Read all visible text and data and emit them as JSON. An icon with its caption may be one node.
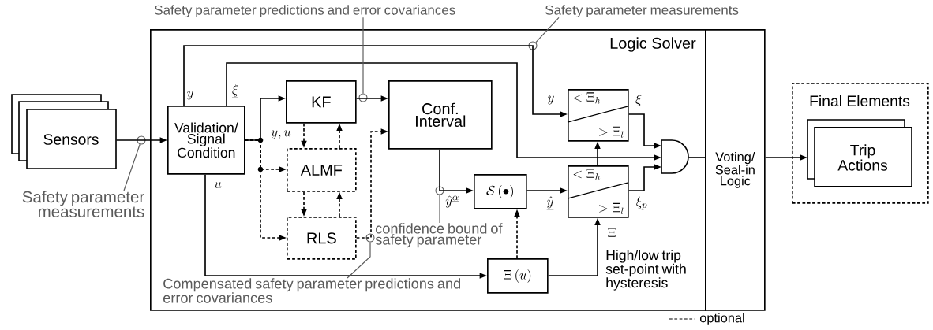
{
  "diagram": {
    "nodes": [
      {
        "text": [
          "Logic Solver"
        ]
      },
      {
        "text": [
          "Sensors"
        ]
      },
      {
        "text": [
          "Validation/ Signal Condition"
        ],
        "in": 0
      },
      {
        "text": [
          "KF"
        ],
        "in": 0
      },
      {
        "text": [
          "ALMF"
        ],
        "in": 0
      },
      {
        "text": [
          "RLS"
        ],
        "in": 0
      },
      {
        "text": [
          "Conf. Interval"
        ],
        "in": 0
      },
      {
        "text": [
          "\\mathcal{S}\\left(\\bullet\\right)"
        ],
        "in": 0
      },
      {
        "text": [
          "\\Xi\\left(u\\right)"
        ],
        "in": 0
      },
      {
        "text": [
          "<\\Xi_h",
          ">\\Xi_l"
        ],
        "in": 0
      },
      {
        "text": [
          "<\\Xi_h",
          ">\\Xi_l"
        ],
        "in": 0
      },
      {
        "text": [],
        "shape": "gate",
        "in": 0
      },
      {
        "text": [
          "Voting/ Seal-in Logic"
        ]
      },
      {
        "text": [
          "Final Elements"
        ]
      },
      {
        "text": [
          "Trip Actions"
        ],
        "in": 13
      },
      {
        "text": [
          "Safety parameter predictions and error covariances"
        ]
      },
      {
        "text": [
          "Safety parameter measurements"
        ]
      },
      {
        "text": [
          "Safety parameter measurements"
        ]
      },
      {
        "text": [
          "confidence bound of safety parameter"
        ],
        "in": 0
      },
      {
        "text": [
          "Compensated safety parameter predictions and error covariances"
        ],
        "in": 0
      },
      {
        "text": [],
        "shape": "circle",
        "in": 0
      },
      {
        "text": [],
        "shape": "circle",
        "in": 0
      },
      {
        "text": [],
        "shape": "circle"
      },
      {
        "text": [],
        "shape": "circle",
        "in": 0
      },
      {
        "text": [],
        "shape": "circle",
        "in": 0
      }
    ],
    "edges": [
      {
        "from": 1,
        "to": 2,
        "arrow": "to"
      },
      {
        "from": 2,
        "to": 3,
        "arrow": "to"
      },
      {
        "from": 2,
        "to": 4,
        "arrow": "to",
        "style": "dashed"
      },
      {
        "from": 2,
        "to": 5,
        "arrow": "to",
        "style": "dashed"
      },
      {
        "from": 3,
        "to": 4,
        "arrow": "to",
        "style": "dashed"
      },
      {
        "from": 4,
        "to": 3,
        "arrow": "to",
        "style": "dashed"
      },
      {
        "from": 4,
        "to": 5,
        "arrow": "to",
        "style": "dashed"
      },
      {
        "from": 5,
        "to": 4,
        "arrow": "to",
        "style": "dashed"
      },
      {
        "from": 3,
        "to": 6,
        "arrow": "to"
      },
      {
        "from": 5,
        "to": 6,
        "arrow": "to",
        "style": "dashed"
      },
      {
        "from": 6,
        "to": 7,
        "arrow": "to"
      },
      {
        "from": 7,
        "to": 10,
        "arrow": "to"
      },
      {
        "from": 8,
        "to": 7,
        "arrow": "to",
        "style": "dashed"
      },
      {
        "from": 8,
        "to": 10,
        "arrow": "to"
      },
      {
        "from": 10,
        "to": 9,
        "arrow": "to"
      },
      {
        "from": 2,
        "to": 8,
        "arrow": "to"
      },
      {
        "from": 2,
        "to": 9,
        "arrow": "to"
      },
      {
        "from": 2,
        "to": 11,
        "arrow": "to"
      },
      {
        "from": 9,
        "to": 11,
        "arrow": "to"
      },
      {
        "from": 10,
        "to": 11,
        "arrow": "to"
      },
      {
        "from": 11,
        "to": 12,
        "arrow": "none"
      },
      {
        "from": 12,
        "to": 14,
        "arrow": "to"
      },
      {
        "from": 15,
        "to": 20,
        "arrow": "none",
        "color": "#5a5a5a"
      },
      {
        "from": 16,
        "to": 21,
        "arrow": "none",
        "color": "#5a5a5a"
      },
      {
        "from": 17,
        "to": 22,
        "arrow": "none",
        "color": "#5a5a5a"
      },
      {
        "from": 18,
        "to": 23,
        "arrow": "none",
        "color": "#5a5a5a"
      },
      {
        "from": 19,
        "to": 24,
        "arrow": "none",
        "color": "#5a5a5a"
      }
    ],
    "labels": [
      "y",
      "\\underline{\\xi}",
      "y,u",
      "u",
      "y",
      "\\xi",
      "\\xi_p",
      "\\hat{y}^{\\underline{\\alpha}}",
      "\\underline{\\hat{y}}",
      "\\Xi",
      "High/low trip set-point with hysteresis"
    ],
    "legend": [
      {
        "text": "optional"
      }
    ]
  }
}
